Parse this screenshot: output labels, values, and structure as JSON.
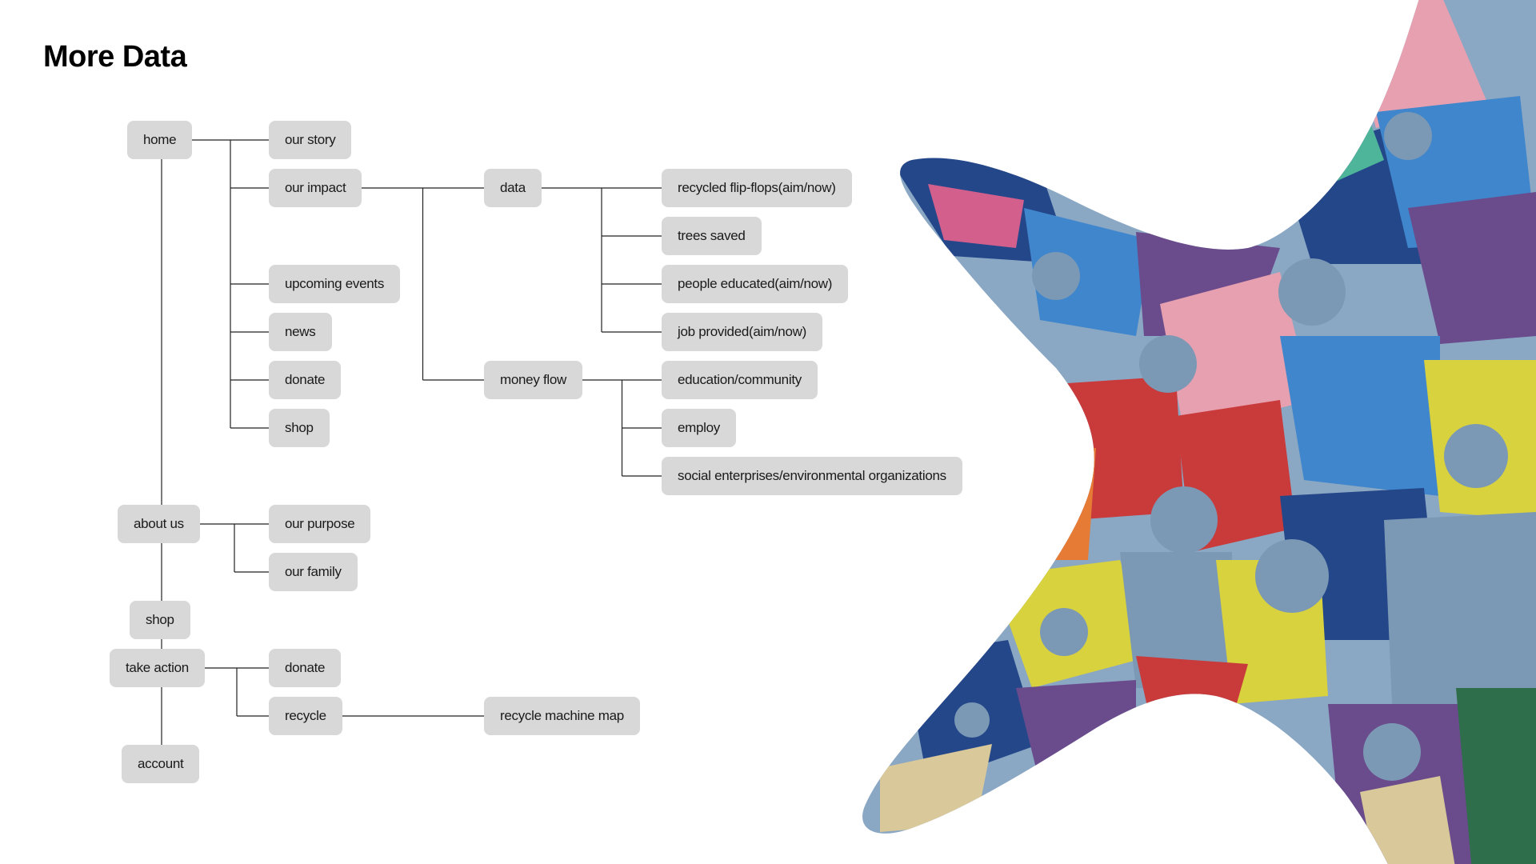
{
  "title": "More Data",
  "nodes": [
    {
      "id": "home",
      "label": "home"
    },
    {
      "id": "our-story",
      "label": "our story"
    },
    {
      "id": "our-impact",
      "label": "our impact"
    },
    {
      "id": "upcoming-events",
      "label": "upcoming events"
    },
    {
      "id": "news",
      "label": "news"
    },
    {
      "id": "donate-home",
      "label": "donate"
    },
    {
      "id": "shop-home",
      "label": "shop"
    },
    {
      "id": "data",
      "label": "data"
    },
    {
      "id": "money-flow",
      "label": "money flow"
    },
    {
      "id": "recycled-flip-flops",
      "label": "recycled flip-flops(aim/now)"
    },
    {
      "id": "trees-saved",
      "label": "trees saved"
    },
    {
      "id": "people-educated",
      "label": "people educated(aim/now)"
    },
    {
      "id": "job-provided",
      "label": "job provided(aim/now)"
    },
    {
      "id": "education-community",
      "label": "education/community"
    },
    {
      "id": "employ",
      "label": "employ"
    },
    {
      "id": "social-enterprises",
      "label": "social enterprises/environmental organizations"
    },
    {
      "id": "about-us",
      "label": "about us"
    },
    {
      "id": "our-purpose",
      "label": "our purpose"
    },
    {
      "id": "our-family",
      "label": "our family"
    },
    {
      "id": "shop",
      "label": "shop"
    },
    {
      "id": "take-action",
      "label": "take action"
    },
    {
      "id": "donate-action",
      "label": "donate"
    },
    {
      "id": "recycle",
      "label": "recycle"
    },
    {
      "id": "recycle-machine-map",
      "label": "recycle machine map"
    },
    {
      "id": "account",
      "label": "account"
    }
  ],
  "edges": [
    [
      "home",
      "our-story"
    ],
    [
      "home",
      "our-impact"
    ],
    [
      "home",
      "upcoming-events"
    ],
    [
      "home",
      "news"
    ],
    [
      "home",
      "donate-home"
    ],
    [
      "home",
      "shop-home"
    ],
    [
      "our-impact",
      "data"
    ],
    [
      "our-impact",
      "money-flow"
    ],
    [
      "data",
      "recycled-flip-flops"
    ],
    [
      "data",
      "trees-saved"
    ],
    [
      "data",
      "people-educated"
    ],
    [
      "data",
      "job-provided"
    ],
    [
      "money-flow",
      "education-community"
    ],
    [
      "money-flow",
      "employ"
    ],
    [
      "money-flow",
      "social-enterprises"
    ],
    [
      "about-us",
      "our-purpose"
    ],
    [
      "about-us",
      "our-family"
    ],
    [
      "take-action",
      "donate-action"
    ],
    [
      "take-action",
      "recycle"
    ],
    [
      "recycle",
      "recycle-machine-map"
    ]
  ],
  "spine": [
    "home",
    "about-us",
    "shop",
    "take-action",
    "account"
  ],
  "colors": {
    "node_fill": "#d8d8d8",
    "line": "#222222",
    "starfish_palette": [
      "#24478a",
      "#3f86cc",
      "#c93a3a",
      "#e6a0b0",
      "#d8d23f",
      "#6a4b8c",
      "#7b98b5",
      "#4fb59a",
      "#e57b35",
      "#d9c89a",
      "#2f6e4a",
      "#d35f8d"
    ]
  },
  "decoration": {
    "starfish": "colorful-starfish-mosaic-illustration"
  }
}
